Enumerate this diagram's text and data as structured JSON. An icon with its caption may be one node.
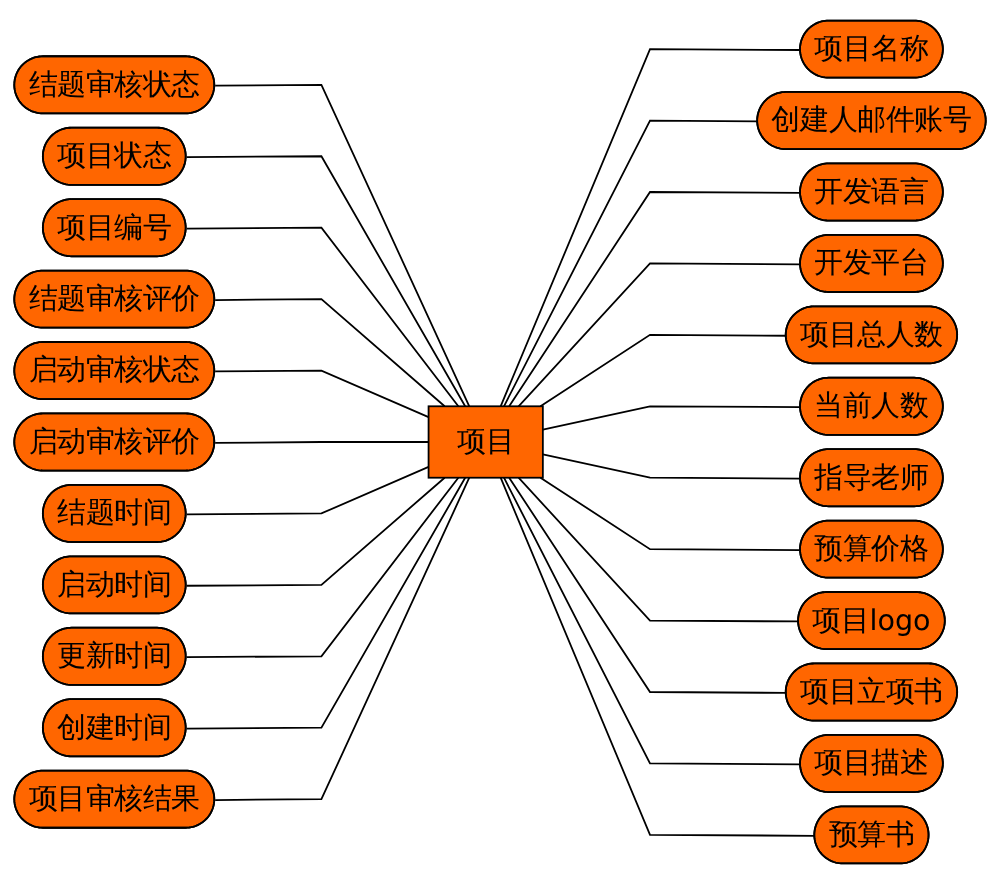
{
  "diagram": {
    "nodes": [
      {
        "text": [
          "项目"
        ]
      },
      {
        "text": [
          "结题审核状态"
        ]
      },
      {
        "text": [
          "项目状态"
        ]
      },
      {
        "text": [
          "项目编号"
        ]
      },
      {
        "text": [
          "项目名称"
        ]
      },
      {
        "text": [
          "创建人邮件账号"
        ]
      },
      {
        "text": [
          "结题审核评价"
        ]
      },
      {
        "text": [
          "开发语言"
        ]
      },
      {
        "text": [
          "启动审核状态"
        ]
      },
      {
        "text": [
          "开发平台"
        ]
      },
      {
        "text": [
          "启动审核评价"
        ]
      },
      {
        "text": [
          "项目总人数"
        ]
      },
      {
        "text": [
          "结题时间"
        ]
      },
      {
        "text": [
          "当前人数"
        ]
      },
      {
        "text": [
          "启动时间"
        ]
      },
      {
        "text": [
          "指导老师"
        ]
      },
      {
        "text": [
          "更新时间"
        ]
      },
      {
        "text": [
          "预算价格"
        ]
      },
      {
        "text": [
          "创建时间"
        ]
      },
      {
        "text": [
          "项目审核结果"
        ]
      },
      {
        "text": [
          "项目logo"
        ]
      },
      {
        "text": [
          "项目立项书"
        ]
      },
      {
        "text": [
          "项目描述"
        ]
      },
      {
        "text": [
          "预算书"
        ]
      }
    ],
    "edges": [
      {
        "from": 1,
        "to": 0,
        "arrow": "none"
      },
      {
        "from": 2,
        "to": 0,
        "arrow": "none"
      },
      {
        "from": 3,
        "to": 0,
        "arrow": "none"
      },
      {
        "from": 0,
        "to": 4,
        "arrow": "none"
      },
      {
        "from": 0,
        "to": 5,
        "arrow": "none"
      },
      {
        "from": 6,
        "to": 0,
        "arrow": "none"
      },
      {
        "from": 0,
        "to": 7,
        "arrow": "none"
      },
      {
        "from": 8,
        "to": 0,
        "arrow": "none"
      },
      {
        "from": 0,
        "to": 9,
        "arrow": "none"
      },
      {
        "from": 10,
        "to": 0,
        "arrow": "none"
      },
      {
        "from": 0,
        "to": 11,
        "arrow": "none"
      },
      {
        "from": 12,
        "to": 0,
        "arrow": "none"
      },
      {
        "from": 0,
        "to": 13,
        "arrow": "none"
      },
      {
        "from": 14,
        "to": 0,
        "arrow": "none"
      },
      {
        "from": 0,
        "to": 15,
        "arrow": "none"
      },
      {
        "from": 16,
        "to": 0,
        "arrow": "none"
      },
      {
        "from": 0,
        "to": 17,
        "arrow": "none"
      },
      {
        "from": 18,
        "to": 0,
        "arrow": "none"
      },
      {
        "from": 19,
        "to": 0,
        "arrow": "none"
      },
      {
        "from": 0,
        "to": 20,
        "arrow": "none"
      },
      {
        "from": 0,
        "to": 21,
        "arrow": "none"
      },
      {
        "from": 0,
        "to": 22,
        "arrow": "none"
      },
      {
        "from": 0,
        "to": 23,
        "arrow": "none"
      }
    ]
  }
}
